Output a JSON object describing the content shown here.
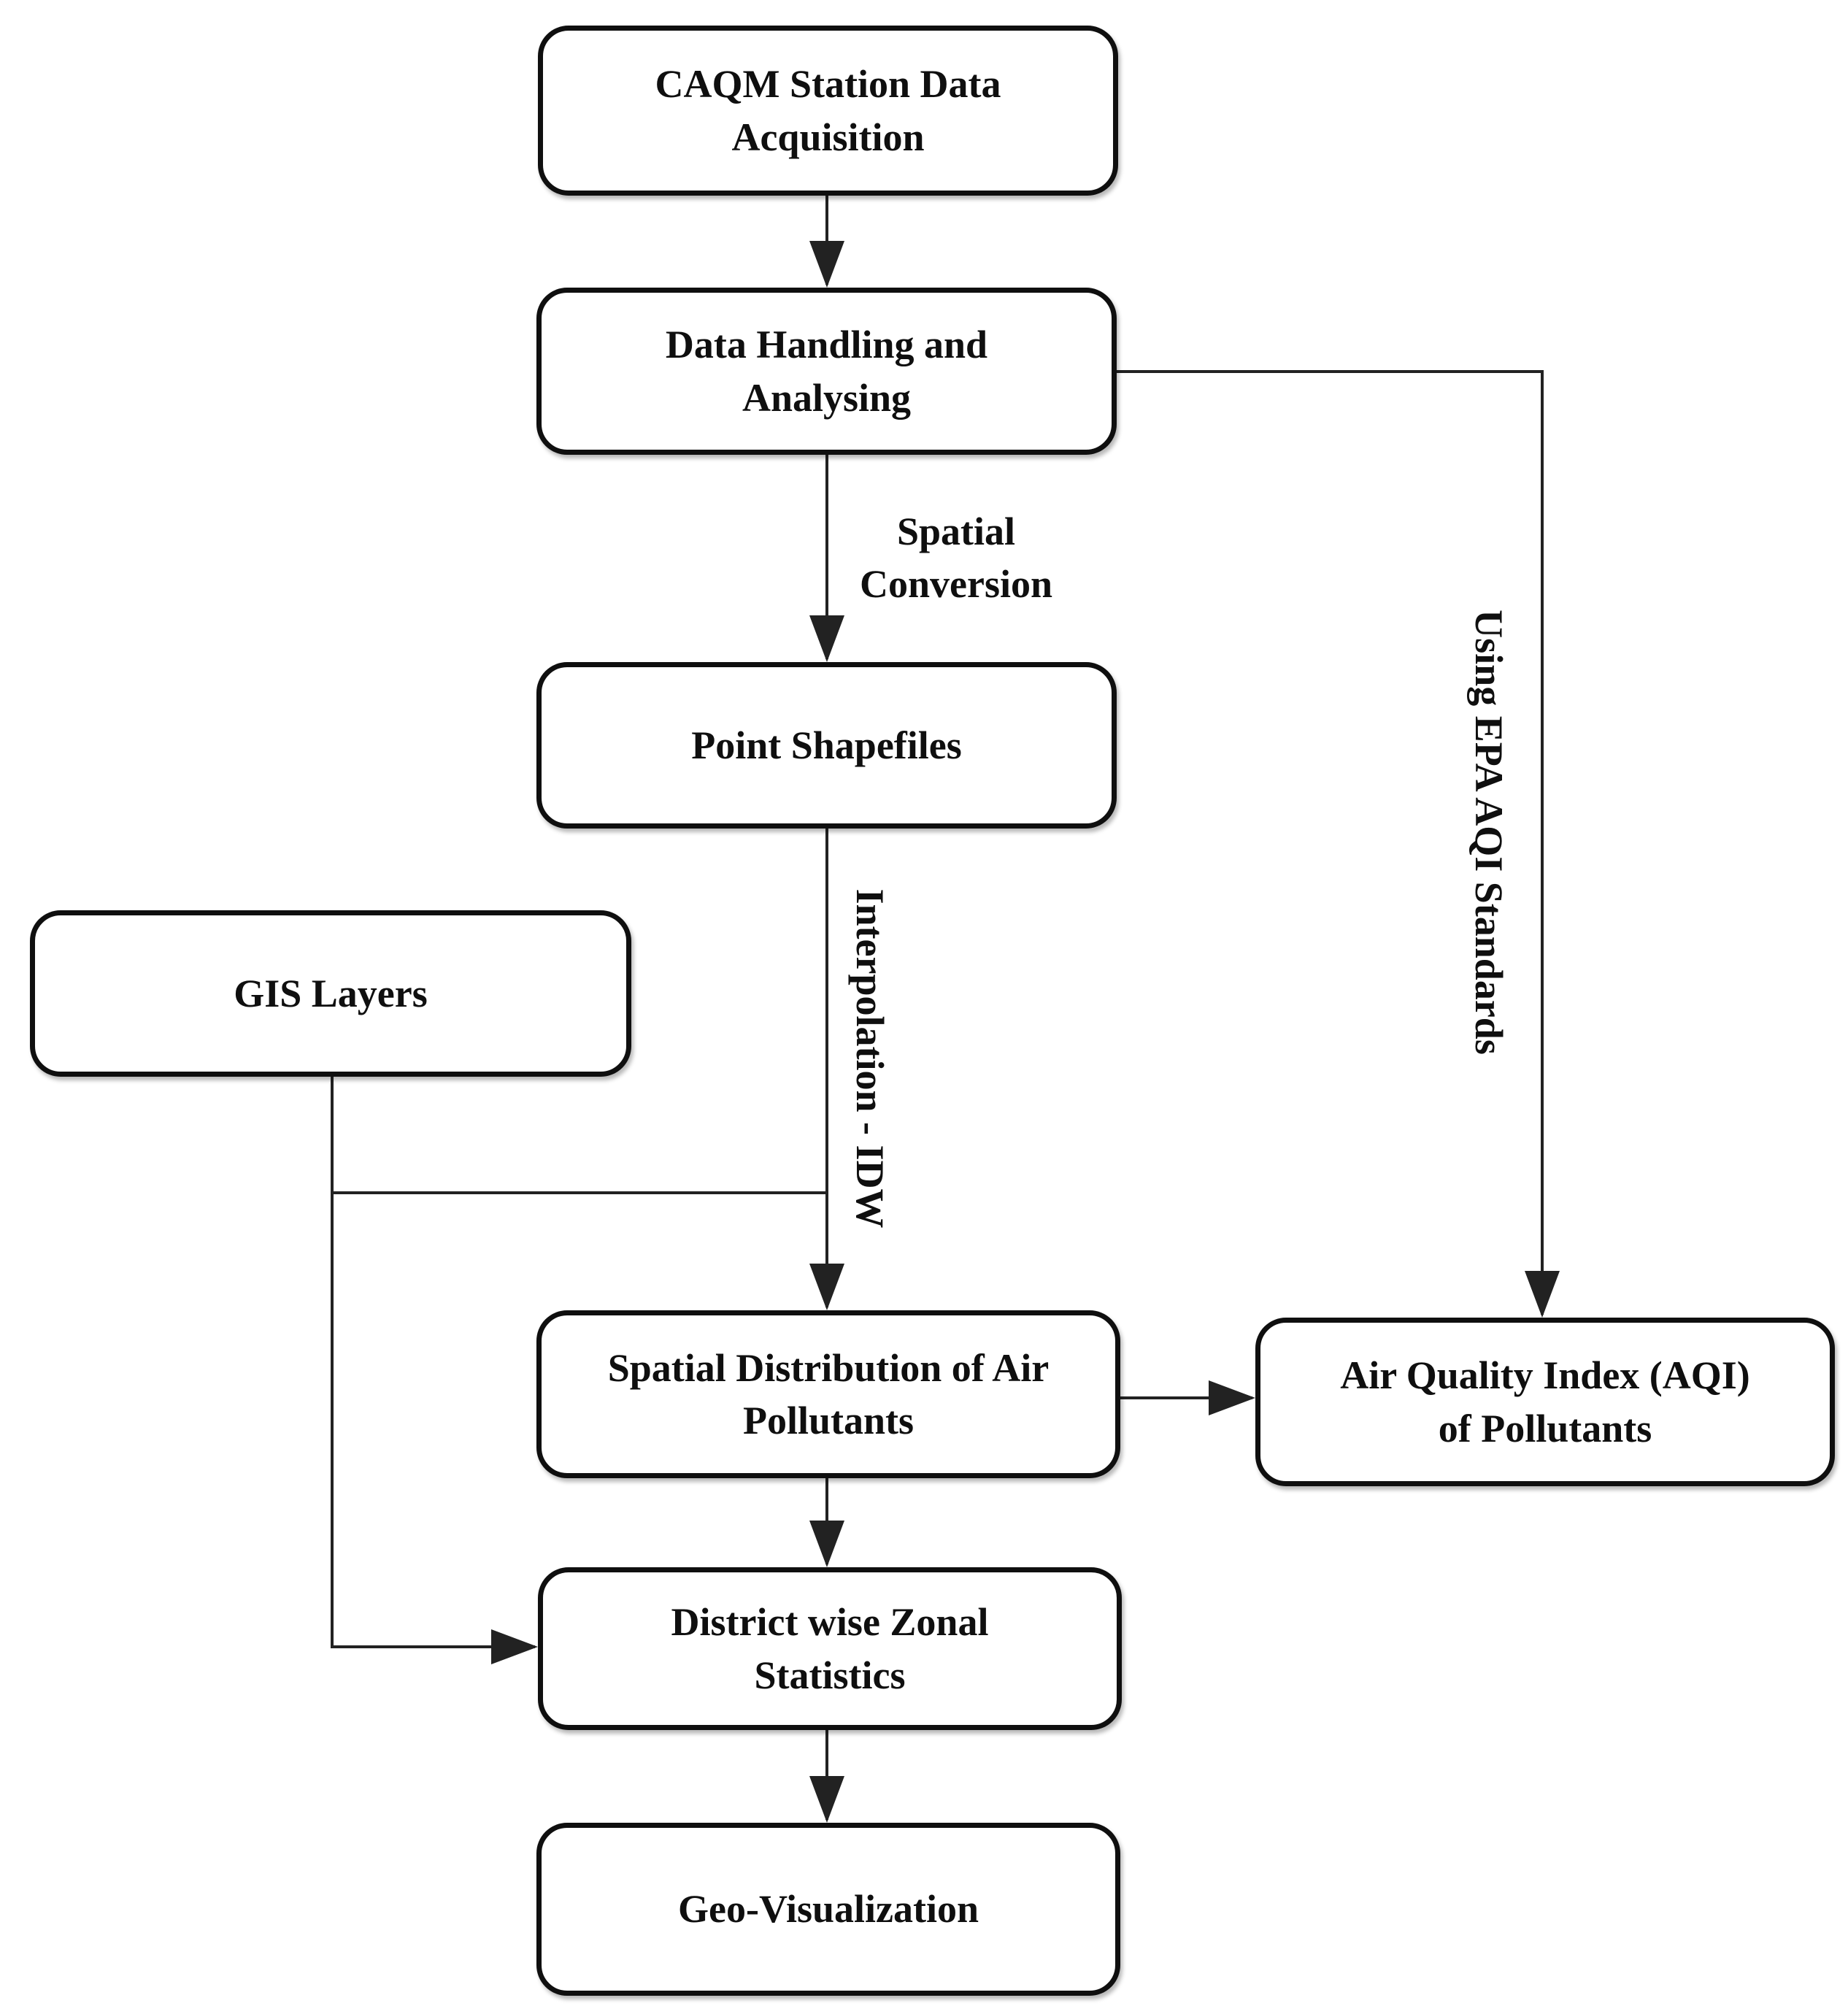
{
  "diagram": {
    "colors": {
      "fill": "#ffffff",
      "border": "#0f0f0f",
      "line": "#222222",
      "text": "#0f0f0f"
    },
    "nodes": {
      "caqm": {
        "lines": [
          "CAQM Station Data",
          "Acquisition"
        ]
      },
      "data_handling": {
        "lines": [
          "Data Handling and",
          "Analysing"
        ]
      },
      "point_shapefiles": {
        "lines": [
          "Point Shapefiles"
        ]
      },
      "gis_layers": {
        "lines": [
          "GIS Layers"
        ]
      },
      "spatial_distribution": {
        "lines": [
          "Spatial Distribution of Air",
          "Pollutants"
        ]
      },
      "aqi": {
        "lines": [
          "Air Quality Index (AQI)",
          "of Pollutants"
        ]
      },
      "district_stats": {
        "lines": [
          "District wise Zonal",
          "Statistics"
        ]
      },
      "geo_visualization": {
        "lines": [
          "Geo-Visualization"
        ]
      }
    },
    "edge_labels": {
      "spatial_conversion": {
        "lines": [
          "Spatial",
          "Conversion"
        ]
      },
      "interpolation": {
        "text": "Interpolation - IDW"
      },
      "epa_aqi": {
        "text": "Using EPA AQI Standards"
      }
    }
  }
}
